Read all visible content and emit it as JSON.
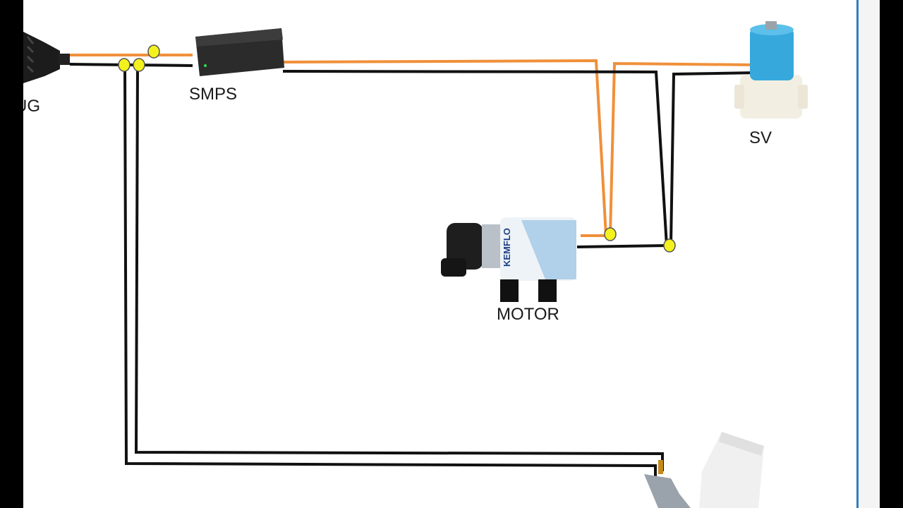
{
  "labels": {
    "plug": "UG",
    "smps": "SMPS",
    "sv": "SV",
    "motor": "MOTOR"
  },
  "colors": {
    "live_wire": "#f0903a",
    "neutral_wire": "#111111",
    "junction": "#f4f21e",
    "valve_body": "#37a8dc",
    "divider": "#2f7fc1"
  },
  "motor": {
    "brand": "KEMFLO"
  }
}
